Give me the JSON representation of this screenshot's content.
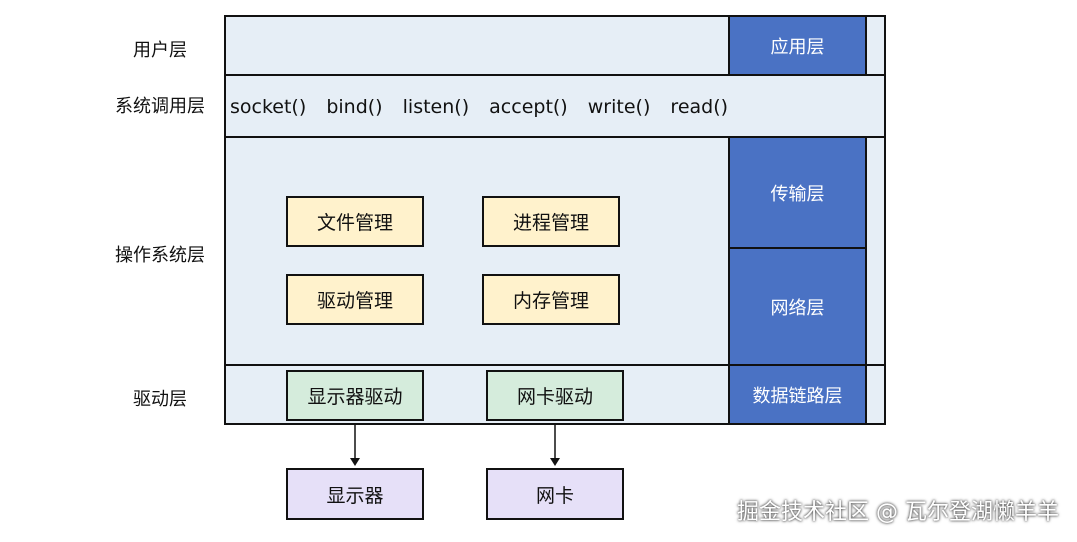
{
  "layers": {
    "user": "用户层",
    "syscall": "系统调用层",
    "os": "操作系统层",
    "driver": "驱动层"
  },
  "network_stack": {
    "application": "应用层",
    "transport": "传输层",
    "network": "网络层",
    "datalink": "数据链路层"
  },
  "syscalls": [
    "socket()",
    "bind()",
    "listen()",
    "accept()",
    "write()",
    "read()"
  ],
  "os_modules": {
    "file": "文件管理",
    "process": "进程管理",
    "driver_mgmt": "驱动管理",
    "memory": "内存管理"
  },
  "drivers": {
    "display_driver": "显示器驱动",
    "nic_driver": "网卡驱动"
  },
  "hardware": {
    "display": "显示器",
    "nic": "网卡"
  },
  "watermark": "掘金技术社区 @ 瓦尔登湖懒羊羊",
  "colors": {
    "layer_bg": "#e6eef6",
    "net_stack": "#4a72c4",
    "os_module": "#fff2cc",
    "driver": "#d5ecdc",
    "hardware": "#e6e0f8"
  }
}
